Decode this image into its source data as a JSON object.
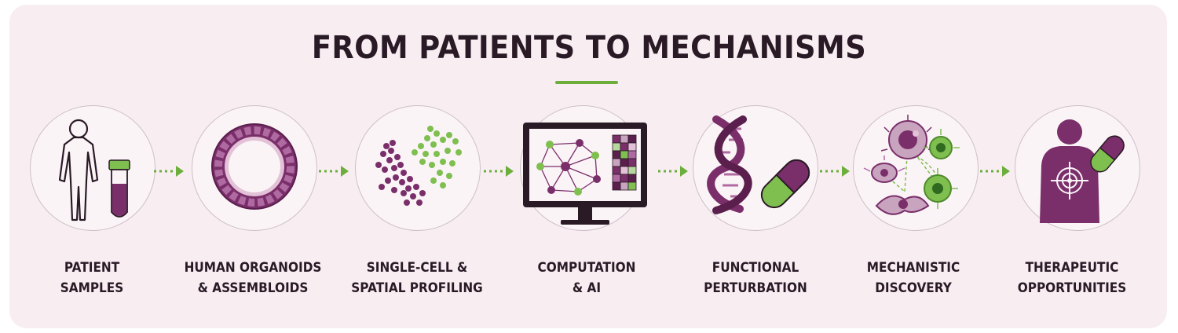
{
  "title": "FROM PATIENTS TO MECHANISMS",
  "colors": {
    "purple": "#7a2f6a",
    "green": "#6cae3c",
    "light_purple": "#b06aa2",
    "text": "#2a1a26"
  },
  "steps": [
    {
      "line1": "PATIENT",
      "line2": "SAMPLES",
      "icon": "patient-sample-icon"
    },
    {
      "line1": "HUMAN ORGANOIDS",
      "line2": "& ASSEMBLOIDS",
      "icon": "organoid-icon"
    },
    {
      "line1": "SINGLE-CELL &",
      "line2": "SPATIAL PROFILING",
      "icon": "cell-clusters-icon"
    },
    {
      "line1": "COMPUTATION",
      "line2": "& AI",
      "icon": "computer-network-icon"
    },
    {
      "line1": "FUNCTIONAL",
      "line2": "PERTURBATION",
      "icon": "dna-pill-icon"
    },
    {
      "line1": "MECHANISTIC",
      "line2": "DISCOVERY",
      "icon": "cell-interaction-icon"
    },
    {
      "line1": "THERAPEUTIC",
      "line2": "OPPORTUNITIES",
      "icon": "target-body-icon"
    }
  ]
}
